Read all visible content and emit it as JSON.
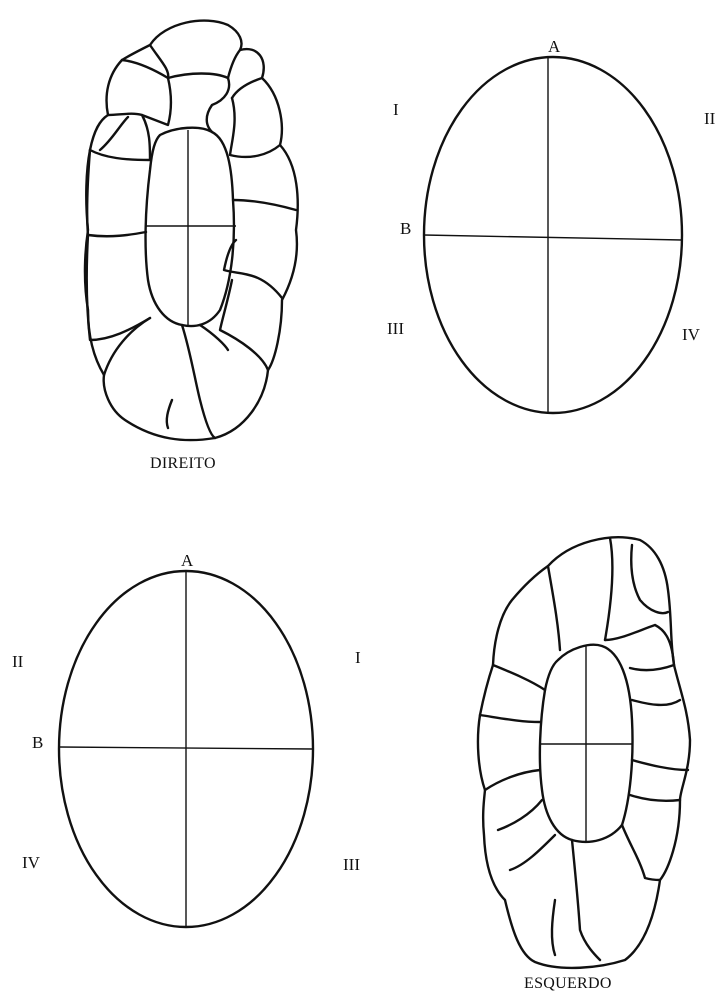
{
  "top": {
    "foot_caption": "DIREITO",
    "ellipse_labels": {
      "a": "A",
      "b": "B",
      "quad_1": "I",
      "quad_2": "II",
      "quad_3": "III",
      "quad_4": "IV"
    }
  },
  "bottom": {
    "foot_caption": "ESQUERDO",
    "ellipse_labels": {
      "a": "A",
      "b": "B",
      "quad_1": "I",
      "quad_2": "II",
      "quad_3": "III",
      "quad_4": "IV"
    }
  },
  "colors": {
    "ink": "#111111",
    "background": "#ffffff"
  }
}
